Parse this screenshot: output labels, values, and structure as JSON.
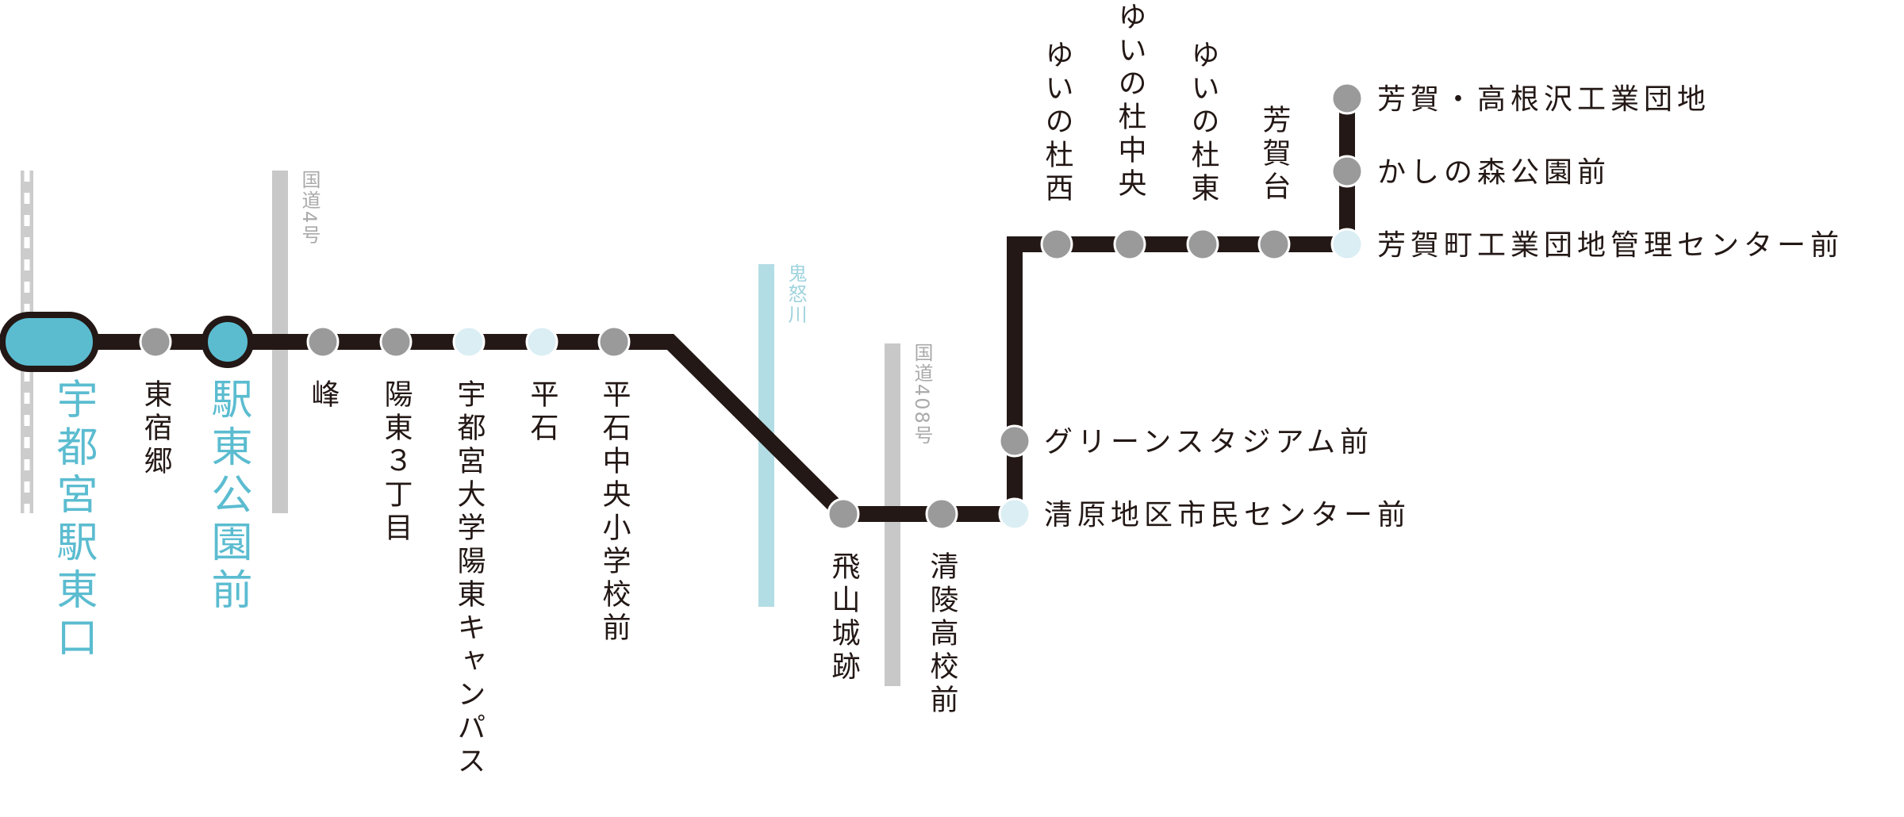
{
  "colors": {
    "line": "#231815",
    "terminal": "#5bbcd0",
    "station": "#9a9a9a",
    "stationLight": "#daeef4",
    "road": "#c8c8c8",
    "river": "#b3dde4",
    "roadText": "#aaaaaa",
    "riverText": "#9fd3dd",
    "jrLine": "#cccccc"
  },
  "landmarks": {
    "route4": "国道4号",
    "kinugawa": "鬼怒川",
    "route408": "国道408号"
  },
  "stations": [
    {
      "id": "utsunomiya-east",
      "name": "宇都宮駅東口"
    },
    {
      "id": "higashi-shukugo",
      "name": "東宿郷"
    },
    {
      "id": "ekihigashi-park",
      "name": "駅東公園前"
    },
    {
      "id": "mine",
      "name": "峰"
    },
    {
      "id": "yoto-3",
      "name": "陽東３丁目"
    },
    {
      "id": "utsunomiya-univ",
      "name": "宇都宮大学陽東キャンパス"
    },
    {
      "id": "hiraishi",
      "name": "平石"
    },
    {
      "id": "hiraishi-chuo",
      "name": "平石中央小学校前"
    },
    {
      "id": "tobiyama",
      "name": "飛山城跡"
    },
    {
      "id": "seiryo",
      "name": "清陵高校前"
    },
    {
      "id": "kiyohara",
      "name": "清原地区市民センター前"
    },
    {
      "id": "green-stadium",
      "name": "グリーンスタジアム前"
    },
    {
      "id": "yuinomori-west",
      "name": "ゆいの杜西"
    },
    {
      "id": "yuinomori-central",
      "name": "ゆいの杜中央"
    },
    {
      "id": "yuinomori-east",
      "name": "ゆいの杜東"
    },
    {
      "id": "hagadai",
      "name": "芳賀台"
    },
    {
      "id": "haga-center",
      "name": "芳賀町工業団地管理センター前"
    },
    {
      "id": "kashinomori",
      "name": "かしの森公園前"
    },
    {
      "id": "haga-takanezawa",
      "name": "芳賀・高根沢工業団地"
    }
  ]
}
